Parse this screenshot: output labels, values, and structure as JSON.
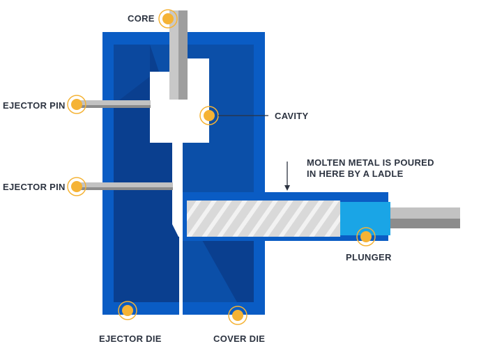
{
  "labels": {
    "core": "CORE",
    "ejector_pin_top": "EJECTOR PIN",
    "ejector_pin_bottom": "EJECTOR PIN",
    "cavity": "CAVITY",
    "molten_line1": "MOLTEN METAL IS POURED",
    "molten_line2": "IN HERE BY A LADLE",
    "plunger": "PLUNGER",
    "ejector_die": "EJECTOR DIE",
    "cover_die": "COVER DIE"
  },
  "colors": {
    "die_outer": "#0a5cc4",
    "die_inner": "#0b4fa8",
    "die_shade": "#0a3f8f",
    "cavity": "#ffffff",
    "core": "#a9a9a9",
    "core_light": "#c8c8c8",
    "pin": "#9e9e9e",
    "shot_sleeve_fill": "#d9d9d9",
    "hatch": "#ffffff",
    "plunger": "#1aa5e6",
    "rod_light": "#c2c2c2",
    "rod_dark": "#8c8c8c",
    "marker": "#f5b335",
    "text": "#2c3340"
  },
  "icons": {
    "marker": "circle-marker-icon",
    "arrow": "down-arrow-icon"
  }
}
